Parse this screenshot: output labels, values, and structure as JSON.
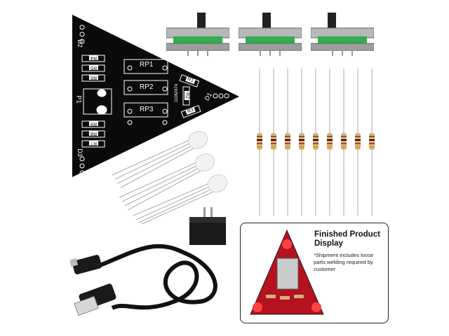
{
  "pcb": {
    "designators": {
      "d2": "D2",
      "d3": "D3",
      "d1": "D1",
      "p1": "P1",
      "rp1": "RP1",
      "rp2": "RP2",
      "rp3": "RP3",
      "r1": "R1",
      "r2": "R2",
      "r3": "R3",
      "r4": "R4",
      "r5": "R5",
      "r6": "R6",
      "r7": "R7",
      "r8": "R8",
      "r9": "R9",
      "code": "11062474"
    }
  },
  "inset": {
    "title": "Finished Product Display",
    "note": "*Shipment includes loose parts welding required by customer"
  },
  "colors": {
    "pcb": "#0b0b0b",
    "silk": "#ffffff",
    "pot_green": "#2fae4f",
    "led": "#f2f2f2",
    "resistor_body": "#d9b07a",
    "inset_red": "#b3121e"
  },
  "kit": {
    "resistor_count": 9,
    "potentiometer_count": 3,
    "led_count": 3
  }
}
